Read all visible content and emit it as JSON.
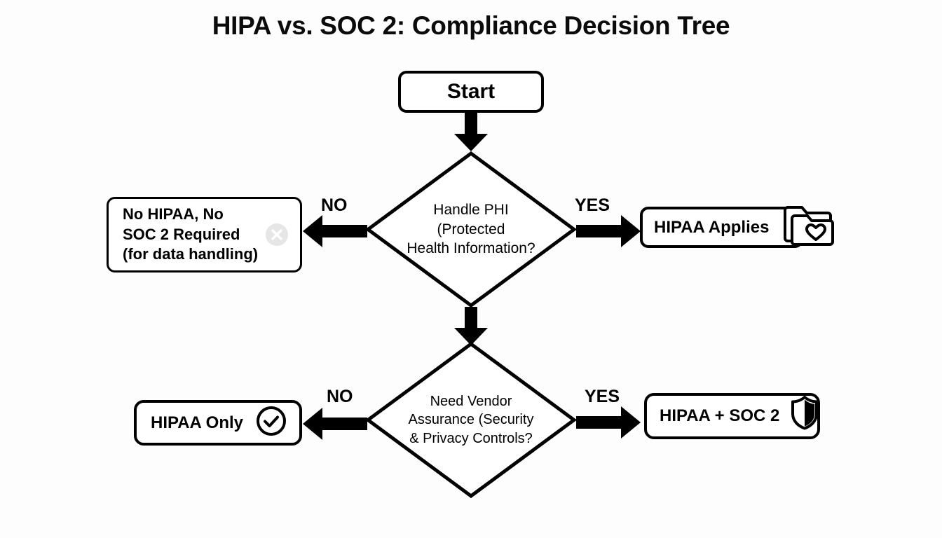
{
  "page": {
    "title": "HIPA vs. SOC 2: Compliance Decision Tree",
    "background_color": "#fdfdfd",
    "stroke_color": "#000000",
    "muted_icon_color": "#e0e0e0"
  },
  "nodes": {
    "start": {
      "label": "Start",
      "shape": "rounded-rect"
    },
    "decision_phi": {
      "label": "Handle PHI\n(Protected\nHealth Information?",
      "shape": "diamond"
    },
    "decision_vendor": {
      "label": "Need Vendor\nAssurance (Security\n& Privacy Controls?",
      "shape": "diamond"
    },
    "no_requirement": {
      "label": "No HIPAA, No\nSOC 2 Required\n(for data handling)",
      "shape": "rounded-rect",
      "icon": "x-circle-icon"
    },
    "hipaa_applies": {
      "label": "HIPAA Applies",
      "shape": "rounded-rect",
      "icon": "folder-heart-icon"
    },
    "hipaa_only": {
      "label": "HIPAA Only",
      "shape": "rounded-rect",
      "icon": "check-circle-icon"
    },
    "hipaa_plus_soc2": {
      "label": "HIPAA + SOC 2",
      "shape": "rounded-rect",
      "icon": "shield-icon"
    }
  },
  "edges": {
    "start_to_phi": {
      "label": "",
      "direction": "down"
    },
    "phi_to_vendor": {
      "label": "",
      "direction": "down"
    },
    "phi_no": {
      "label": "NO",
      "direction": "left"
    },
    "phi_yes": {
      "label": "YES",
      "direction": "right"
    },
    "vendor_no": {
      "label": "NO",
      "direction": "left"
    },
    "vendor_yes": {
      "label": "YES",
      "direction": "right"
    }
  }
}
